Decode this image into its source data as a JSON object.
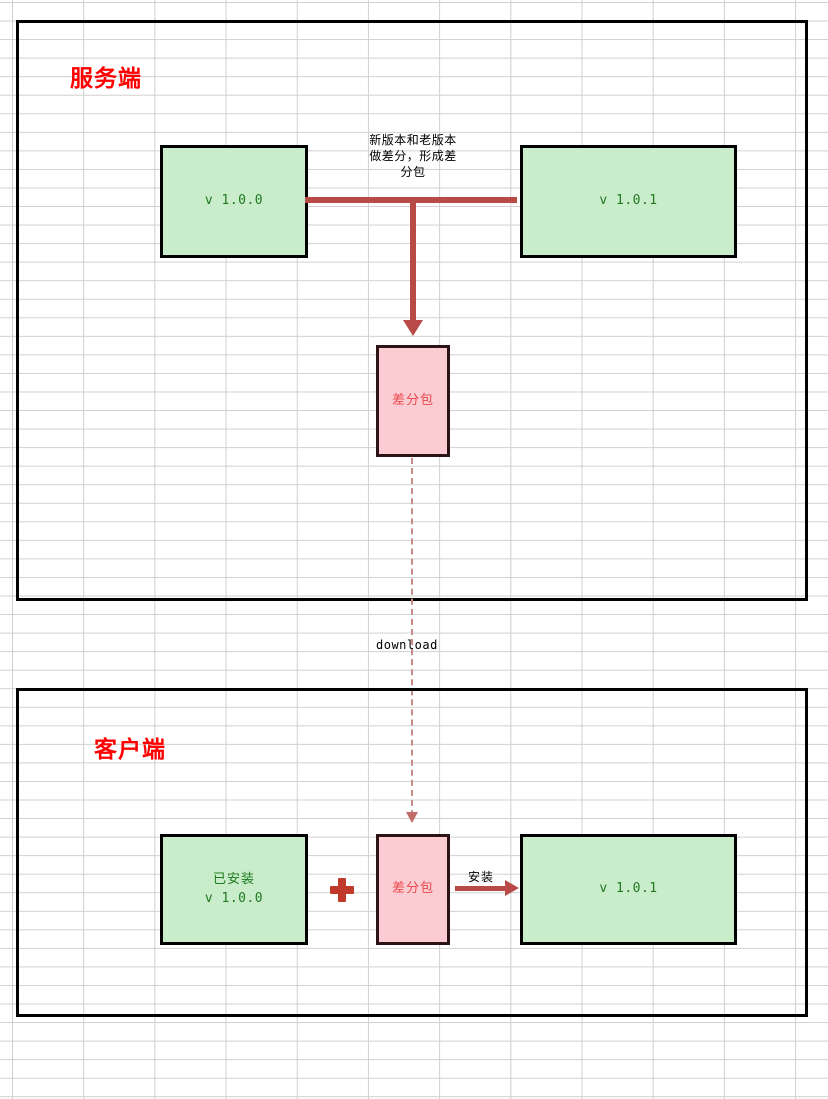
{
  "diagram": {
    "groups": [
      {
        "id": "server",
        "title": "服务端"
      },
      {
        "id": "client",
        "title": "客户端"
      }
    ],
    "nodes": {
      "server_old": {
        "label": "v 1.0.0"
      },
      "server_new": {
        "label": "v 1.0.1"
      },
      "server_diff": {
        "label": "差分包"
      },
      "client_installed": {
        "line1": "已安装",
        "line2": "v 1.0.0"
      },
      "client_diff": {
        "label": "差分包"
      },
      "client_new": {
        "label": "v 1.0.1"
      }
    },
    "annotations": {
      "diff_note_line1": "新版本和老版本",
      "diff_note_line2": "做差分，形成差",
      "diff_note_line3": "分包",
      "download_label": "download",
      "install_label": "安装",
      "plus_symbol": "plus-icon"
    },
    "colors": {
      "frame_border": "#000000",
      "title_red": "#ff0000",
      "node_green_fill": "#c9ecca",
      "node_green_text": "#1f7a1f",
      "node_pink_fill": "#fbcdd2",
      "node_pink_text": "#e8474c",
      "connector_red": "#b94a48",
      "dashed_connector": "#c98a8a",
      "grid_line": "#d0d0d0",
      "background": "#ffffff"
    }
  }
}
